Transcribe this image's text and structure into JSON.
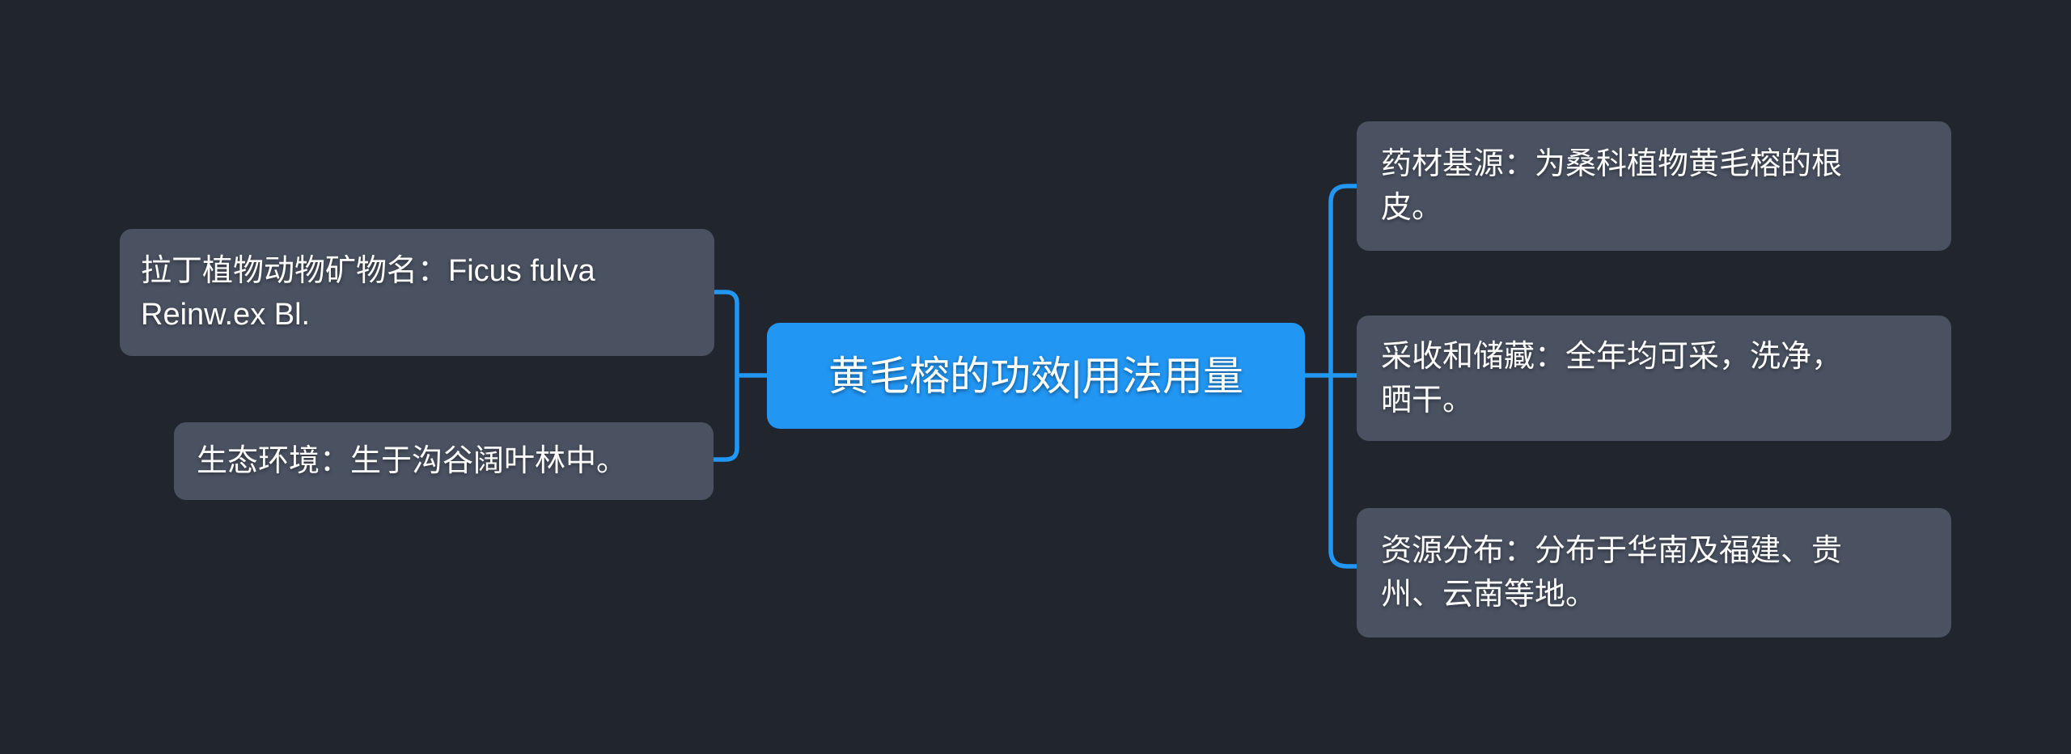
{
  "canvas": {
    "background": "#21252e"
  },
  "colors": {
    "root_fill": "#2196f3",
    "node_fill": "#4a5262",
    "connector": "#2196f3",
    "text": "#ffffff"
  },
  "mindmap": {
    "root": {
      "label": "黄毛榕的功效|用法用量"
    },
    "left_nodes": [
      {
        "label": "拉丁植物动物矿物名：Ficus fulva\nReinw.ex Bl."
      },
      {
        "label": "生态环境：生于沟谷阔叶林中。"
      }
    ],
    "right_nodes": [
      {
        "label": "药材基源：为桑科植物黄毛榕的根\n皮。"
      },
      {
        "label": "采收和储藏：全年均可采，洗净，\n晒干。"
      },
      {
        "label": "资源分布：分布于华南及福建、贵\n州、云南等地。"
      }
    ]
  }
}
